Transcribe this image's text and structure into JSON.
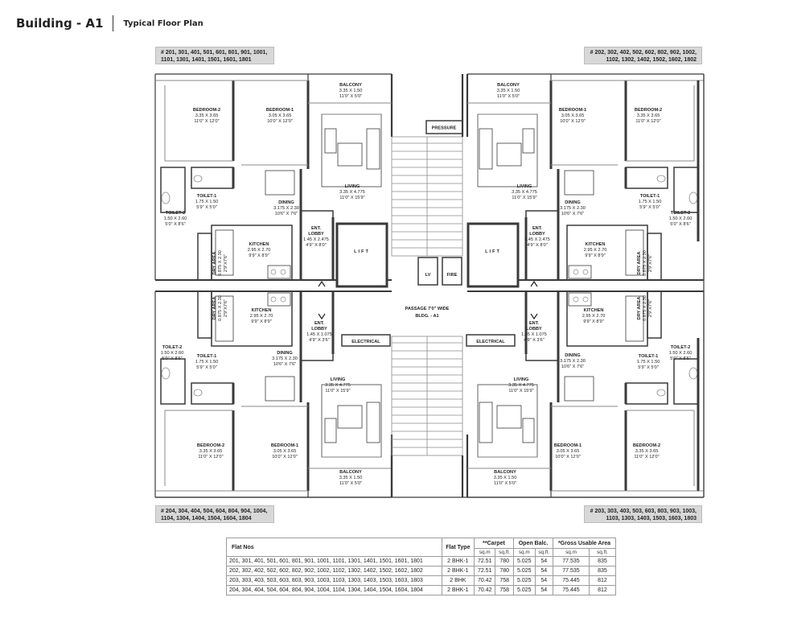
{
  "header": {
    "building": "Building - A1",
    "subtitle": "Typical Floor Plan"
  },
  "flat_groups": {
    "top_left": [
      "# 201, 301, 401, 501, 601, 801, 901, 1001,",
      "1101, 1301, 1401, 1501, 1601, 1801"
    ],
    "top_right": [
      "# 202, 302, 402, 502, 602, 802, 902, 1002,",
      "1102, 1302, 1402, 1502, 1602, 1802"
    ],
    "bottom_left": [
      "# 204, 304, 404, 504, 604, 804, 904, 1004,",
      "1104, 1304, 1404, 1504, 1604, 1804"
    ],
    "bottom_right": [
      "# 203, 303, 403, 503, 603, 803, 903, 1003,",
      "1103, 1303, 1403, 1503, 1603, 1803"
    ]
  },
  "rooms": {
    "balcony": {
      "name": "BALCONY",
      "m": "3.35 X 1.50",
      "ft": "11'0\" X 5'0\""
    },
    "bedroom1": {
      "name": "BEDROOM-1",
      "m": "3.05 X 3.65",
      "ft": "10'0\" X 12'0\""
    },
    "bedroom2": {
      "name": "BEDROOM-2",
      "m": "3.35 X 3.65",
      "ft": "11'0\" X 12'0\""
    },
    "living": {
      "name": "LIVING",
      "m": "3.35 X 4.775",
      "ft": "11'0\" X 15'9\""
    },
    "dining": {
      "name": "DINING",
      "m": "3.175 X 2.30",
      "ft": "10'6\" X 7'6\""
    },
    "toilet1": {
      "name": "TOILET-1",
      "m": "1.75 X 1.50",
      "ft": "5'9\" X 5'0\""
    },
    "toilet2": {
      "name": "TOILET-2",
      "m": "1.50 X 2.60",
      "ft": "5'0\" X 8'6\""
    },
    "kitchen": {
      "name": "KITCHEN",
      "m": "2.95 X 2.70",
      "ft": "9'9\" X 8'9\""
    },
    "dry_area": {
      "name": "DRY AREA",
      "m": "0.875 X 2.30",
      "ft": "2'9\"X7'6\""
    },
    "ent_lobby_top": {
      "name": "ENT.",
      "name2": "LOBBY",
      "m": "1.45 X 2.475",
      "ft": "4'9\" X 8'0\""
    },
    "ent_lobby_bottom": {
      "name": "ENT.",
      "name2": "LOBBY",
      "m": "1.45 X 1.075",
      "ft": "4'9\" X 3'6\""
    }
  },
  "core": {
    "pressure": "PRESSURE",
    "lift": "LIFT",
    "lv": "LV",
    "fire": "FIRE",
    "electrical": "ELECTRICAL",
    "passage": "PASSAGE 7'0\" WIDE",
    "bldg": "BLDG. - A1"
  },
  "area_table": {
    "headers": {
      "flat_nos": "Flat Nos",
      "flat_type": "Flat Type",
      "carpet": "**Carpet",
      "open_balc": "Open Balc.",
      "gross": "*Gross Usable Area"
    },
    "units": {
      "sqm": "sq.m",
      "sqft": "sq.ft."
    },
    "rows": [
      {
        "flats": "201, 301, 401, 501, 601, 801, 901, 1001, 1101, 1301, 1401, 1501, 1601, 1801",
        "type": "2 BHK-1",
        "carpet_sqm": "72.51",
        "carpet_sqft": "780",
        "balc_sqm": "5.025",
        "balc_sqft": "54",
        "gross_sqm": "77.535",
        "gross_sqft": "835"
      },
      {
        "flats": "202, 302, 402, 502, 602, 802, 902, 1002, 1102, 1302, 1402, 1502, 1602, 1802",
        "type": "2 BHK-1",
        "carpet_sqm": "72.51",
        "carpet_sqft": "780",
        "balc_sqm": "5.025",
        "balc_sqft": "54",
        "gross_sqm": "77.535",
        "gross_sqft": "835"
      },
      {
        "flats": "203, 303, 403, 503, 603, 803, 903, 1003, 1103, 1303, 1403, 1503, 1603, 1803",
        "type": "2 BHK",
        "carpet_sqm": "70.42",
        "carpet_sqft": "758",
        "balc_sqm": "5.025",
        "balc_sqft": "54",
        "gross_sqm": "75.445",
        "gross_sqft": "812"
      },
      {
        "flats": "204, 304, 404, 504, 604, 804, 904, 1004, 1104, 1304, 1404, 1504, 1604, 1804",
        "type": "2 BHK-1",
        "carpet_sqm": "70.42",
        "carpet_sqft": "758",
        "balc_sqm": "5.025",
        "balc_sqft": "54",
        "gross_sqm": "75.445",
        "gross_sqft": "812"
      }
    ]
  },
  "colors": {
    "wall": "#3a3a3a",
    "line": "#8a8a8a",
    "box_fill": "#d8d8d8",
    "text": "#222222"
  }
}
